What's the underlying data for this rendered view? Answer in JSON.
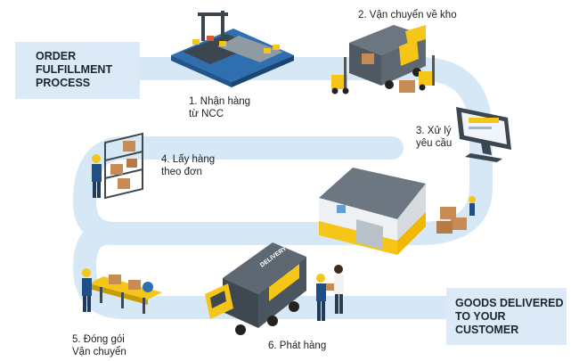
{
  "title_box": {
    "lines": [
      "ORDER",
      "FULFILLMENT",
      "PROCESS"
    ]
  },
  "end_box": {
    "lines": [
      "GOODS DELIVERED",
      "TO YOUR",
      "CUSTOMER"
    ]
  },
  "steps": [
    {
      "lines": [
        "1. Nhận hàng",
        "từ NCC"
      ]
    },
    {
      "lines": [
        "2. Vận chuyển về kho"
      ]
    },
    {
      "lines": [
        "3. Xử lý",
        "yêu cầu"
      ]
    },
    {
      "lines": [
        "4. Lấy hàng",
        "theo đơn"
      ]
    },
    {
      "lines": [
        "5. Đóng gói",
        "Vận chuyển"
      ]
    },
    {
      "lines": [
        "6. Phát hàng"
      ]
    }
  ],
  "truck_text": "DELIVERY",
  "colors": {
    "path": "#d6e8f6",
    "box": "#dbeaf6",
    "accent": "#f5c518",
    "truck": "#4a5560",
    "text": "#1a2733"
  }
}
